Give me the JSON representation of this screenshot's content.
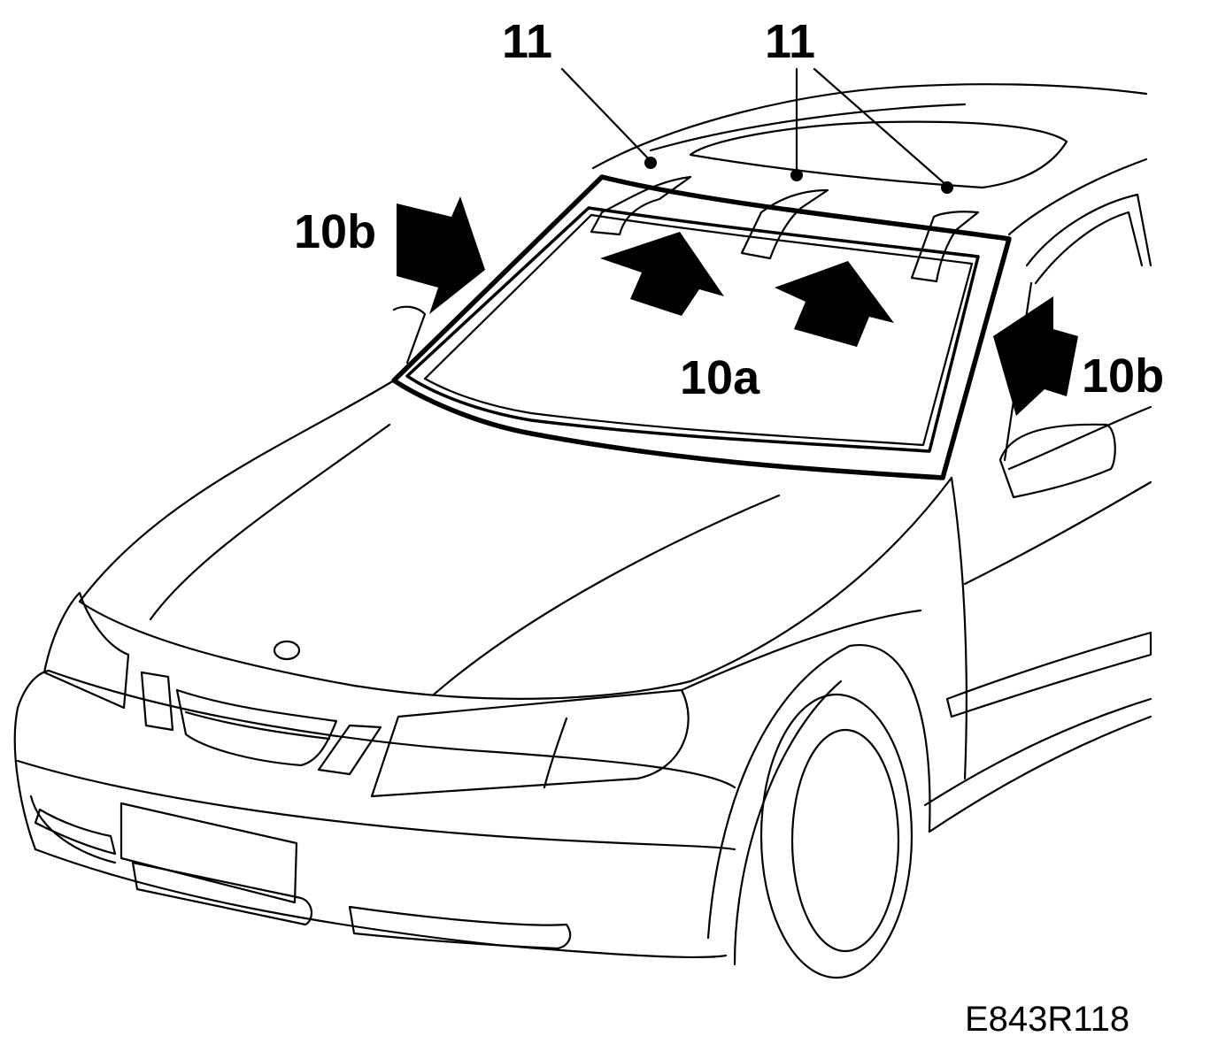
{
  "labels": {
    "clip_label_1": "11",
    "clip_label_2": "11",
    "windscreen_label": "10a",
    "pillar_label_left": "10b",
    "pillar_label_right": "10b",
    "figure_code": "E843R118"
  },
  "colors": {
    "ink": "#000000",
    "background": "#ffffff"
  }
}
